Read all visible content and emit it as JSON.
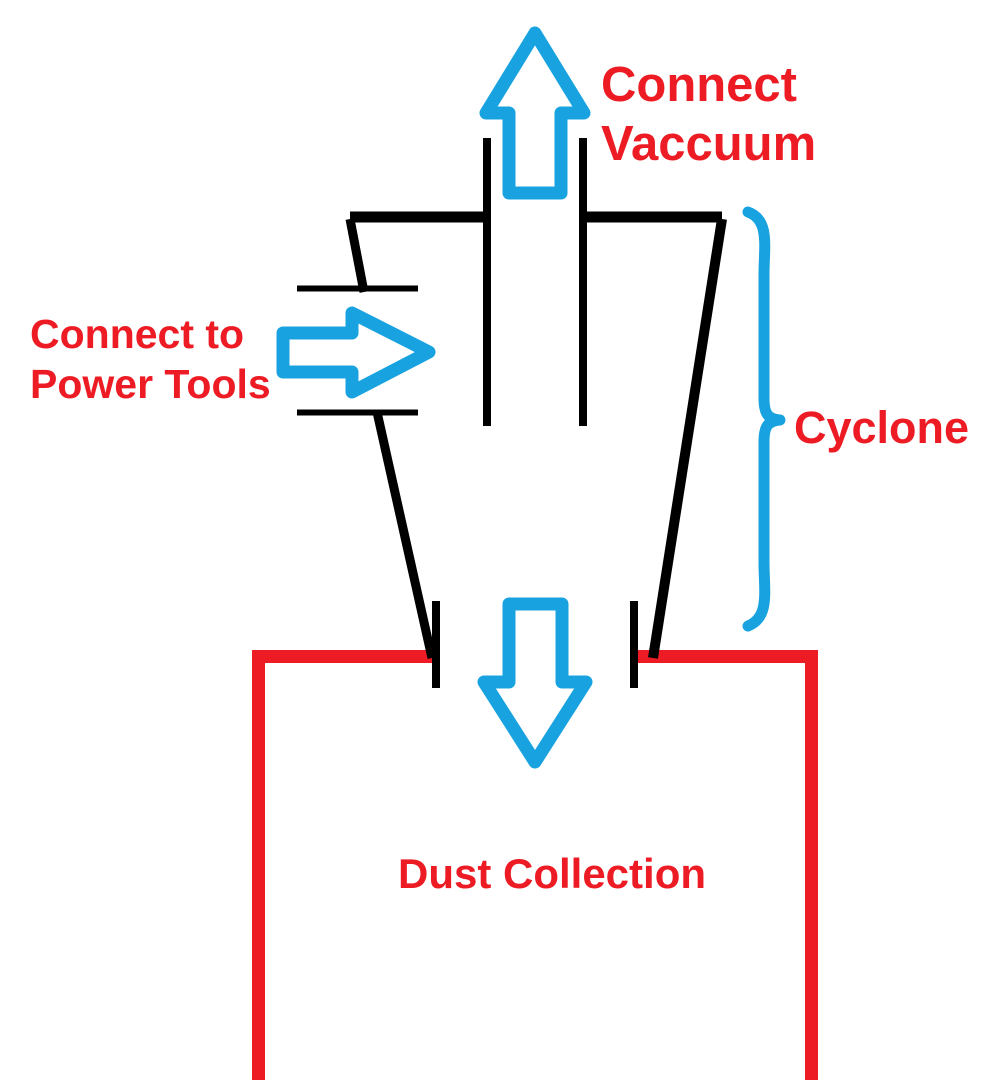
{
  "diagram": {
    "title": "Cyclone Dust Separator Diagram",
    "type": "schematic",
    "background_color": "#ffffff",
    "colors": {
      "annotation_red": "#ED1C24",
      "arrow_blue": "#18A3E0",
      "structure_black": "#000000",
      "bin_red": "#ED1C24"
    }
  },
  "labels": {
    "connect_vaccuum_line1": "Connect",
    "connect_vaccuum_line2": "Vaccuum",
    "connect_power_line1": "Connect to",
    "connect_power_line2": "Power Tools",
    "cyclone": "Cyclone",
    "dust_collection": "Dust Collection"
  },
  "arrows": {
    "vacuum_outlet": {
      "name": "up-arrow",
      "direction": "up",
      "color": "#18A3E0",
      "meaning": "Connect Vaccuum"
    },
    "tool_inlet": {
      "name": "right-arrow",
      "direction": "right",
      "color": "#18A3E0",
      "meaning": "Connect to Power Tools"
    },
    "dust_outlet": {
      "name": "down-arrow",
      "direction": "down",
      "color": "#18A3E0",
      "meaning": "Dust falls to collection bin"
    }
  },
  "parts": {
    "cyclone_body": {
      "name": "cyclone-body",
      "color": "#000000",
      "description": "Tapered conical cyclone separator shell with top plate"
    },
    "vortex_tube": {
      "name": "vortex-finder-tube",
      "color": "#000000",
      "description": "Central outlet tube inside the cyclone"
    },
    "inlet_port": {
      "name": "tangential-inlet-port",
      "color": "#000000",
      "description": "Left side inlet duct opening"
    },
    "outlet_throat": {
      "name": "cone-outlet-throat",
      "color": "#000000",
      "description": "Bottom throat where dust exits into the bin"
    },
    "collection_bin": {
      "name": "dust-collection-bin",
      "color": "#ED1C24",
      "description": "Open topped red collection bucket"
    },
    "cyclone_brace": {
      "name": "cyclone-brace",
      "color": "#18A3E0",
      "description": "Curly brace bracketing the cyclone section"
    }
  }
}
